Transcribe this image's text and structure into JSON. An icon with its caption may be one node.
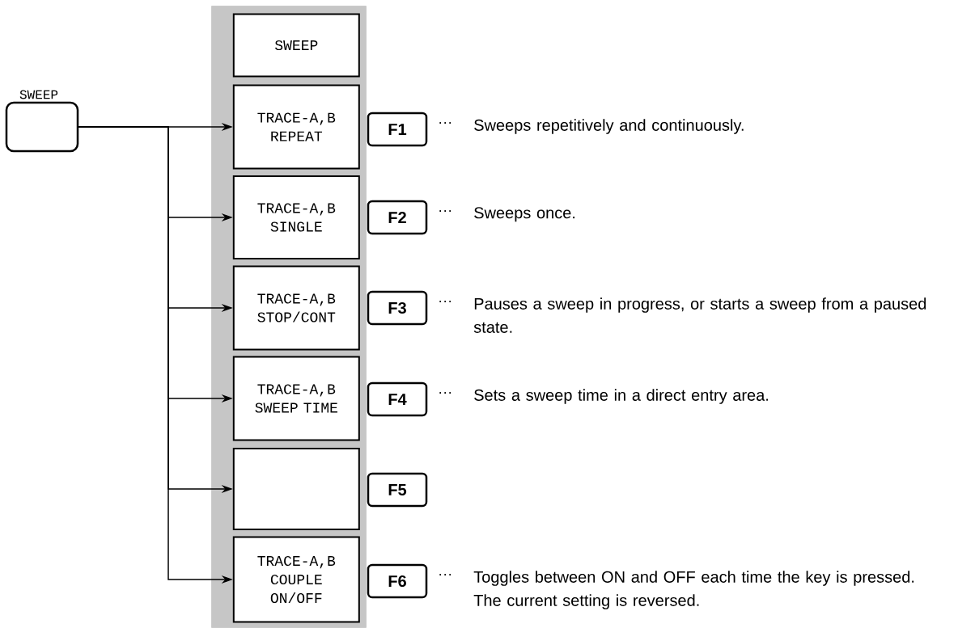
{
  "diagram": {
    "nodes": [
      {
        "text": [
          "SWEEP"
        ]
      },
      {
        "text": [],
        "shape": "bar"
      },
      {
        "text": [
          "SWEEP"
        ],
        "in": 1
      },
      {
        "text": [
          "TRACE-A,B REPEAT"
        ],
        "in": 1
      },
      {
        "text": [
          "TRACE-A,B SINGLE"
        ],
        "in": 1
      },
      {
        "text": [
          "TRACE-A,B STOP/CONT"
        ],
        "in": 1
      },
      {
        "text": [
          "TRACE-A,B SWEEP TIME"
        ],
        "in": 1
      },
      {
        "text": [],
        "shape": "box",
        "in": 1
      },
      {
        "text": [
          "TRACE-A,B COUPLE ON/OFF"
        ],
        "in": 1
      },
      {
        "text": [
          "F1"
        ],
        "beside": [
          "···",
          "Sweeps repetitively and continuously."
        ]
      },
      {
        "text": [
          "F2"
        ],
        "beside": [
          "···",
          "Sweeps once."
        ]
      },
      {
        "text": [
          "F3"
        ],
        "beside": [
          "···",
          "Pauses a sweep in progress, or starts a sweep from a paused state."
        ]
      },
      {
        "text": [
          "F4"
        ],
        "beside": [
          "···",
          "Sets a sweep time in a direct entry area."
        ]
      },
      {
        "text": [
          "F5"
        ]
      },
      {
        "text": [
          "F6"
        ],
        "beside": [
          "···",
          "Toggles between ON and OFF each time the key is pressed. The current setting is reversed."
        ]
      }
    ],
    "edges": [
      {
        "from": 0,
        "to": 3,
        "arrow": "to"
      },
      {
        "from": 0,
        "to": 4,
        "arrow": "to"
      },
      {
        "from": 0,
        "to": 5,
        "arrow": "to"
      },
      {
        "from": 0,
        "to": 6,
        "arrow": "to"
      },
      {
        "from": 0,
        "to": 7,
        "arrow": "to"
      },
      {
        "from": 0,
        "to": 8,
        "arrow": "to"
      }
    ]
  }
}
